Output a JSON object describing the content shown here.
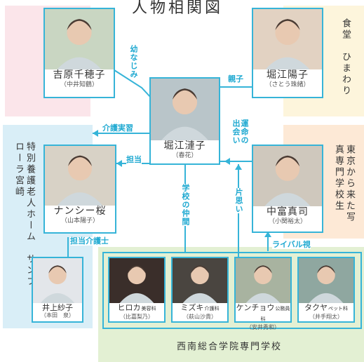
{
  "title": "人物相関図",
  "groups": {
    "shokudo": "食堂　ひまわり",
    "photo_school": "東京から来た写真専門学校生",
    "nursing_home": "特別養護老人ホーム　サンフローラ宮崎",
    "school": "西南総合学院専門学校"
  },
  "people": {
    "chihoko": {
      "name": "吉原千穂子",
      "actor": "（中井知鶴）"
    },
    "yoko": {
      "name": "堀江陽子",
      "actor": "（さとう珠緒）"
    },
    "renko": {
      "name": "堀江漣子",
      "actor": "（春花）"
    },
    "nancy": {
      "name": "ナンシー桜",
      "actor": "（山本陽子）"
    },
    "shinji": {
      "name": "中富真司",
      "actor": "（小関裕太）"
    },
    "sayako": {
      "name": "井上紗子",
      "actor": "（本田　泉）"
    },
    "hiroka": {
      "name": "ヒロカ",
      "dept": "美容科",
      "actor": "（比嘉梨乃）"
    },
    "mizuki": {
      "name": "ミズキ",
      "dept": "介護科",
      "actor": "（萩山沙貴）"
    },
    "kenchou": {
      "name": "ケンチョウ",
      "dept": "公務員科",
      "actor": "（安井秀和）"
    },
    "takuya": {
      "name": "タクヤ",
      "dept": "ペット科",
      "actor": "（井手翔太）"
    }
  },
  "relations": {
    "osananajimi": "幼なじみ",
    "oyako": "親子",
    "kaigo_jisshu": "介護実習",
    "tantou": "担当",
    "unmei": "運命の出会い",
    "gakkou": "学校の仲間",
    "kataomoi": "片思い",
    "tantou_kaigoshi": "担当介護士",
    "rival": "ライバル視"
  },
  "colors": {
    "accent": "#36b4d8",
    "label": "#1fa9d1",
    "pink_bg": "#fbe5ea",
    "yellow_bg": "#fdf5dc",
    "orange_bg": "#fde9d6",
    "blue_bg": "#d9eef7",
    "green_bg": "#e3f0d3"
  },
  "icons": {
    "portrait": "person-portrait-icon"
  }
}
